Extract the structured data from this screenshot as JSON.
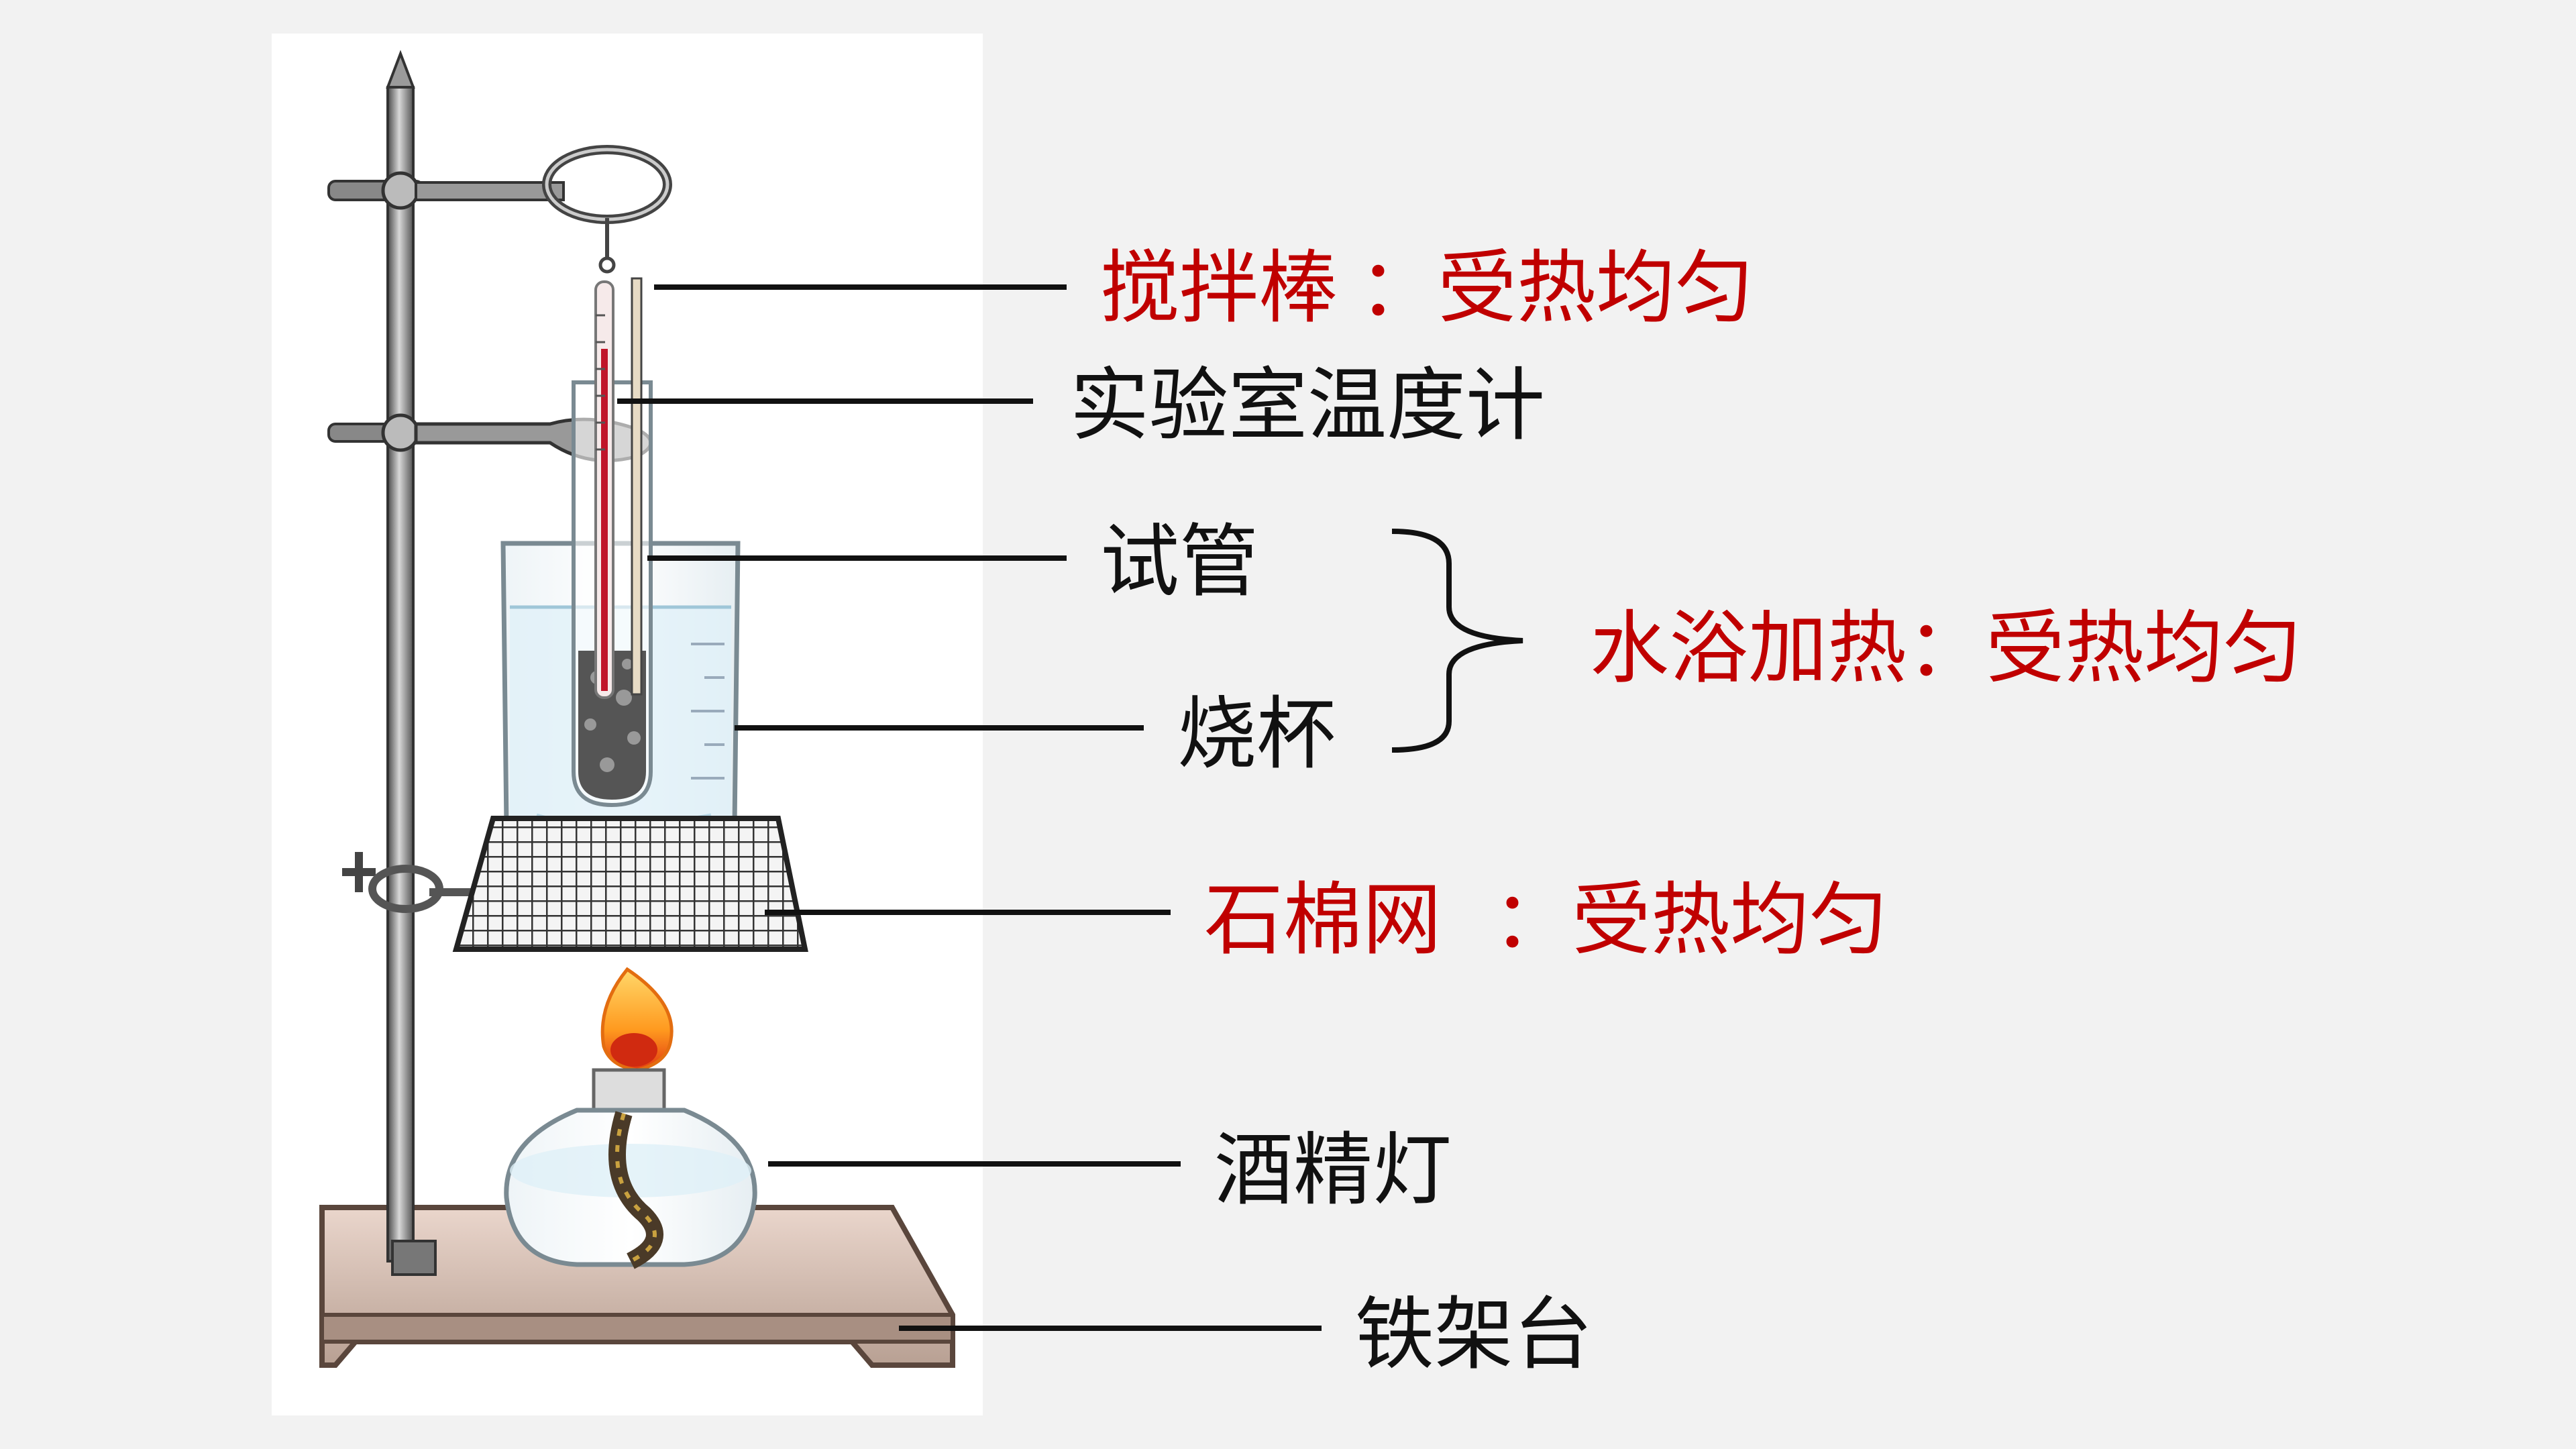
{
  "labels": {
    "stirrer": "搅拌棒",
    "stirrer_note": "：受热均匀",
    "thermometer": "实验室温度计",
    "test_tube": "试管",
    "beaker": "烧杯",
    "water_bath": "水浴加热：受热均匀",
    "asbestos_net": "石棉网",
    "asbestos_note": "：受热均匀",
    "alcohol_lamp": "酒精灯",
    "iron_stand": "铁架台"
  },
  "colors": {
    "highlight": "#c00000",
    "text": "#111111",
    "background": "#f2f2f2"
  }
}
